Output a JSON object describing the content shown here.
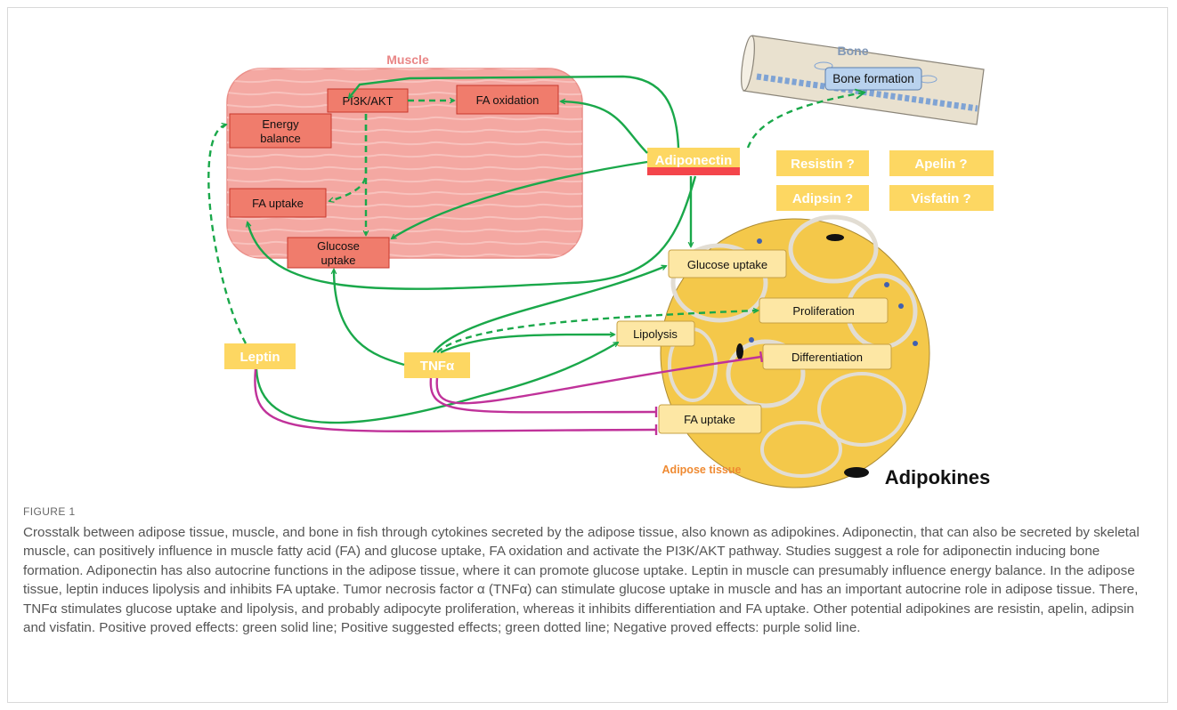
{
  "diagram": {
    "regions": {
      "muscle": "Muscle",
      "bone": "Bone",
      "adipose": "Adipose tissue"
    },
    "title": "Adipokines",
    "muscle_nodes": {
      "pi3k": "PI3K/AKT",
      "fa_oxidation": "FA oxidation",
      "energy_line1": "Energy",
      "energy_line2": "balance",
      "fa_uptake": "FA uptake",
      "glucose_line1": "Glucose",
      "glucose_line2": "uptake"
    },
    "bone_nodes": {
      "bone_formation": "Bone formation"
    },
    "adipose_nodes": {
      "glucose_uptake": "Glucose uptake",
      "proliferation": "Proliferation",
      "lipolysis": "Lipolysis",
      "differentiation": "Differentiation",
      "fa_uptake": "FA uptake"
    },
    "adipokines": {
      "adiponectin": "Adiponectin",
      "leptin": "Leptin",
      "tnf": "TNFα",
      "resistin": "Resistin ?",
      "apelin": "Apelin ?",
      "adipsin": "Adipsin ?",
      "visfatin": "Visfatin ?"
    },
    "colors": {
      "positive": "#1aa84a",
      "negative": "#c0329a",
      "adipokine_box": "#fdd762",
      "muscle": "#f4a8a2",
      "adiponectin_bar": "#f4454b"
    }
  },
  "figure": {
    "label": "FIGURE 1",
    "caption": "Crosstalk between adipose tissue, muscle, and bone in fish through cytokines secreted by the adipose tissue, also known as adipokines. Adiponectin, that can also be secreted by skeletal muscle, can positively influence in muscle fatty acid (FA) and glucose uptake, FA oxidation and activate the PI3K/AKT pathway. Studies suggest a role for adiponectin inducing bone formation. Adiponectin has also autocrine functions in the adipose tissue, where it can promote glucose uptake. Leptin in muscle can presumably influence energy balance. In the adipose tissue, leptin induces lipolysis and inhibits FA uptake. Tumor necrosis factor α (TNFα) can stimulate glucose uptake in muscle and has an important autocrine role in adipose tissue. There, TNFα stimulates glucose uptake and lipolysis, and probably adipocyte proliferation, whereas it inhibits differentiation and FA uptake. Other potential adipokines are resistin, apelin, adipsin and visfatin. Positive proved effects: green solid line; Positive suggested effects; green dotted line; Negative proved effects: purple solid line."
  }
}
